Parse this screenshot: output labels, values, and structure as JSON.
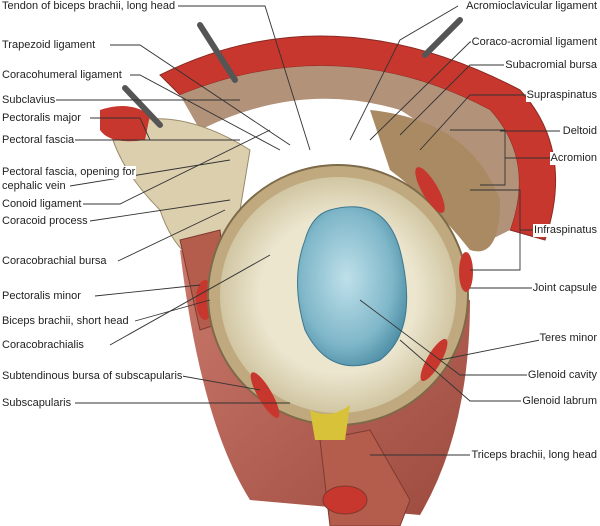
{
  "labels_left": [
    {
      "text": "Tendon of biceps brachii, long head"
    },
    {
      "text": "Trapezoid ligament"
    },
    {
      "text": "Coracohumeral ligament"
    },
    {
      "text": "Subclavius"
    },
    {
      "text": "Pectoralis major"
    },
    {
      "text": "Pectoral fascia"
    },
    {
      "text": "Pectoral fascia, opening for"
    },
    {
      "text": "cephalic vein"
    },
    {
      "text": "Conoid ligament"
    },
    {
      "text": "Coracoid process"
    },
    {
      "text": "Coracobrachial bursa"
    },
    {
      "text": "Pectoralis minor"
    },
    {
      "text": "Biceps brachii, short head"
    },
    {
      "text": "Coracobrachialis"
    },
    {
      "text": "Subtendinous bursa of subscapularis"
    },
    {
      "text": "Subscapularis"
    }
  ],
  "labels_right": [
    {
      "text": "Acromioclavicular ligament"
    },
    {
      "text": "Coraco-acromial ligament"
    },
    {
      "text": "Subacromial bursa"
    },
    {
      "text": "Supraspinatus"
    },
    {
      "text": "Deltoid"
    },
    {
      "text": "Acromion"
    },
    {
      "text": "Infraspinatus"
    },
    {
      "text": "Joint capsule"
    },
    {
      "text": "Teres minor"
    },
    {
      "text": "Glenoid cavity"
    },
    {
      "text": "Glenoid labrum"
    },
    {
      "text": "Triceps brachii, long head"
    }
  ],
  "colors": {
    "muscle": "#b5574a",
    "muscle_cut": "#c8372d",
    "cartilage": "#8fc3d3",
    "ligament": "#d9cbb0",
    "fat": "#d8c23a"
  }
}
